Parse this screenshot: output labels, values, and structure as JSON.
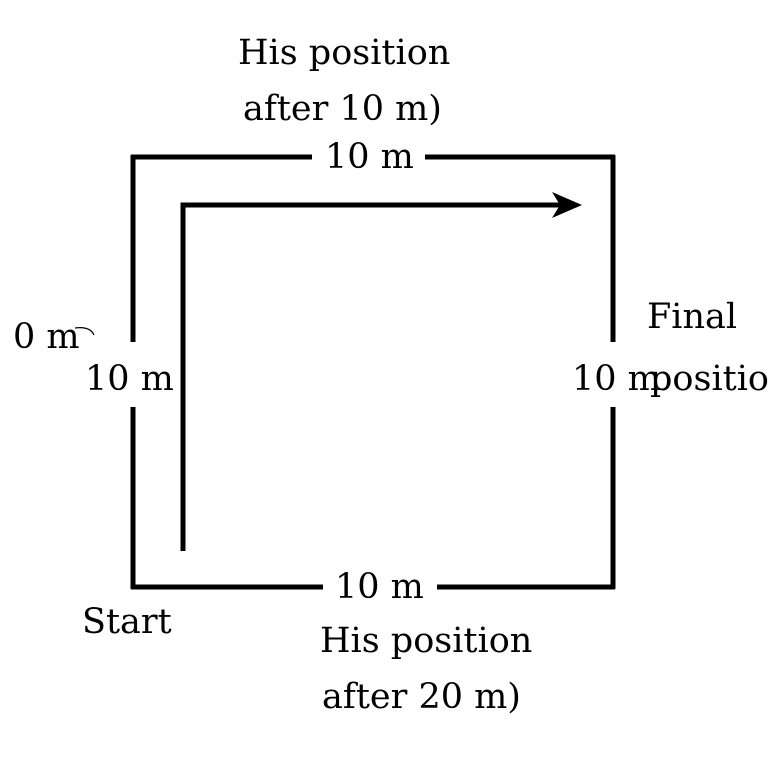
{
  "labels": {
    "top_position": [
      "His position",
      "after 10 m)"
    ],
    "top_side": "10 m",
    "left_side": "10 m",
    "left_partial": "0 m",
    "right_side": "10 m",
    "final_position": [
      "Final",
      "position"
    ],
    "bottom_side": "10 m",
    "start": "Start",
    "bottom_position": [
      "His position",
      "after 20 m)"
    ]
  }
}
